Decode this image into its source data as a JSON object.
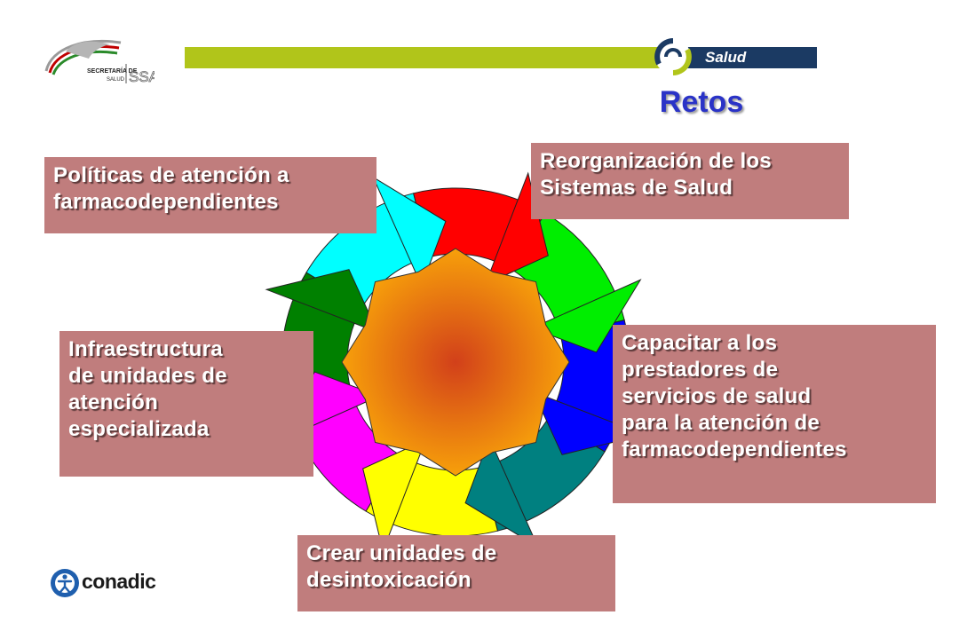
{
  "header": {
    "logo_text_line1": "SECRETARÍA DE",
    "logo_text_line2": "SALUD",
    "logo_abbrev": "SSA",
    "brand_label": "Salud",
    "colors": {
      "bar_green": "#b1c51a",
      "bar_navy": "#1b3a63"
    }
  },
  "title": "Retos",
  "diagram": {
    "type": "cycle",
    "segments": [
      {
        "color": "#ff0000"
      },
      {
        "color": "#00ee00"
      },
      {
        "color": "#0000ff"
      },
      {
        "color": "#008080"
      },
      {
        "color": "#ffff00"
      },
      {
        "color": "#ff00ff"
      },
      {
        "color": "#008000"
      },
      {
        "color": "#00ffff"
      }
    ],
    "center_colors": [
      "#d2401a",
      "#f7a00a"
    ],
    "labels": {
      "top_left": "Políticas de atención a\nfarmacodependientes",
      "top_right": "Reorganización de los\nSistemas de Salud",
      "right": "Capacitar a los\nprestadores de\nservicios de salud\npara la atención de\nfarmacodependientes",
      "left": "Infraestructura\nde unidades de\natención\nespecializada",
      "bottom": "Crear unidades de\ndesintoxicación"
    }
  },
  "footer": {
    "logo_text": "conadic"
  }
}
